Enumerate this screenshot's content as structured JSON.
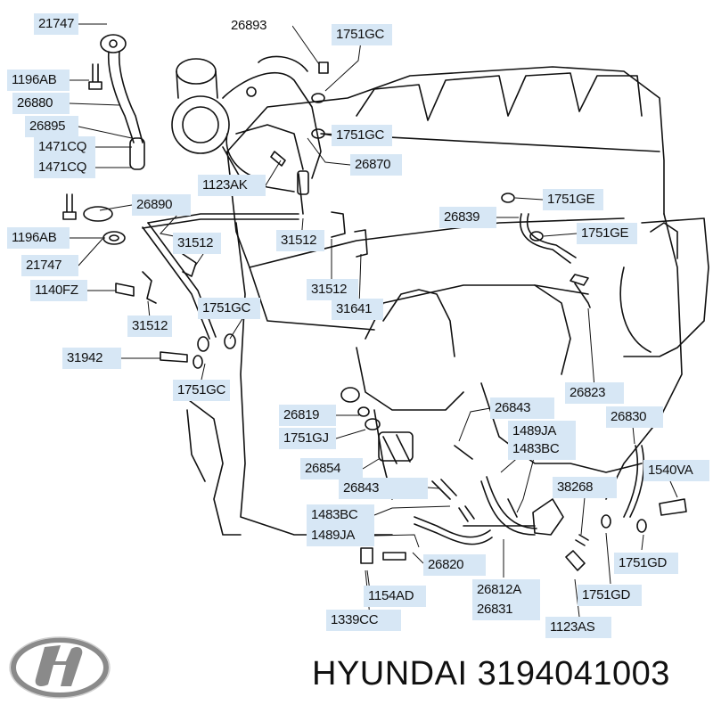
{
  "diagram": {
    "labels": [
      {
        "id": "l01",
        "text": "21747"
      },
      {
        "id": "l02",
        "text": "26893"
      },
      {
        "id": "l03",
        "text": "1751GC"
      },
      {
        "id": "l04",
        "text": "1196AB"
      },
      {
        "id": "l05",
        "text": "26880"
      },
      {
        "id": "l06",
        "text": "26895"
      },
      {
        "id": "l07",
        "text": "1751GC"
      },
      {
        "id": "l08",
        "text": "1471CQ"
      },
      {
        "id": "l09",
        "text": "1471CQ"
      },
      {
        "id": "l10",
        "text": "26870"
      },
      {
        "id": "l11",
        "text": "1123AK"
      },
      {
        "id": "l12",
        "text": "26890"
      },
      {
        "id": "l13",
        "text": "1751GE"
      },
      {
        "id": "l14",
        "text": "26839"
      },
      {
        "id": "l15",
        "text": "1751GE"
      },
      {
        "id": "l16",
        "text": "1196AB"
      },
      {
        "id": "l17",
        "text": "31512"
      },
      {
        "id": "l18",
        "text": "31512"
      },
      {
        "id": "l19",
        "text": "21747"
      },
      {
        "id": "l20",
        "text": "1140FZ"
      },
      {
        "id": "l21",
        "text": "31512"
      },
      {
        "id": "l22",
        "text": "1751GC"
      },
      {
        "id": "l23",
        "text": "31641"
      },
      {
        "id": "l24",
        "text": "31512"
      },
      {
        "id": "l25",
        "text": "31942"
      },
      {
        "id": "l26",
        "text": "1751GC"
      },
      {
        "id": "l27",
        "text": "26823"
      },
      {
        "id": "l28",
        "text": "26819"
      },
      {
        "id": "l29",
        "text": "26843"
      },
      {
        "id": "l30",
        "text": "26830"
      },
      {
        "id": "l31",
        "text": "1751GJ"
      },
      {
        "id": "l32",
        "text": "1489JA"
      },
      {
        "id": "l33",
        "text": "1483BC"
      },
      {
        "id": "l34",
        "text": "26854"
      },
      {
        "id": "l35",
        "text": "1540VA"
      },
      {
        "id": "l36",
        "text": "26843"
      },
      {
        "id": "l37",
        "text": "38268"
      },
      {
        "id": "l38",
        "text": "1483BC"
      },
      {
        "id": "l39",
        "text": "1489JA"
      },
      {
        "id": "l40",
        "text": "26820"
      },
      {
        "id": "l41",
        "text": "1751GD"
      },
      {
        "id": "l42",
        "text": "26812A"
      },
      {
        "id": "l43",
        "text": "26831"
      },
      {
        "id": "l44",
        "text": "1751GD"
      },
      {
        "id": "l45",
        "text": "1154AD"
      },
      {
        "id": "l46",
        "text": "1339CC"
      },
      {
        "id": "l47",
        "text": "1123AS"
      }
    ]
  },
  "footer": {
    "logo_icon": "hyundai-logo-icon",
    "text": "HYUNDAI 3194041003"
  },
  "colors": {
    "label_background": "#d7e7f5",
    "line": "#111111"
  }
}
